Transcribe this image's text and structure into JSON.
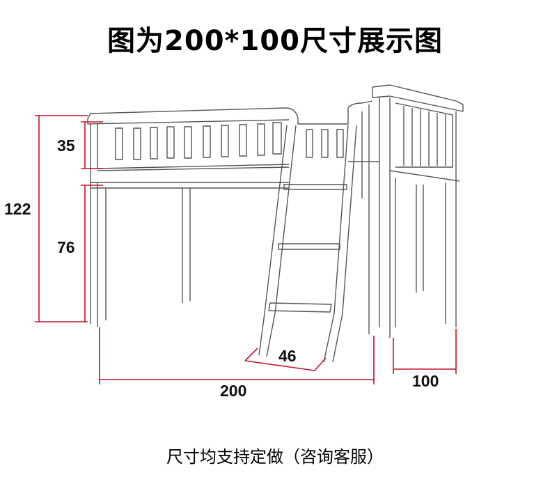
{
  "title": "图为200*100尺寸展示图",
  "dimensions": {
    "rail_height": "35",
    "total_height": "122",
    "under_clearance": "76",
    "ladder_width": "46",
    "length": "200",
    "width": "100"
  },
  "note": "尺寸均支持定做（咨询客服）",
  "colors": {
    "dimension_line": "#c0132b",
    "outline": "#555555",
    "text": "#111111"
  }
}
